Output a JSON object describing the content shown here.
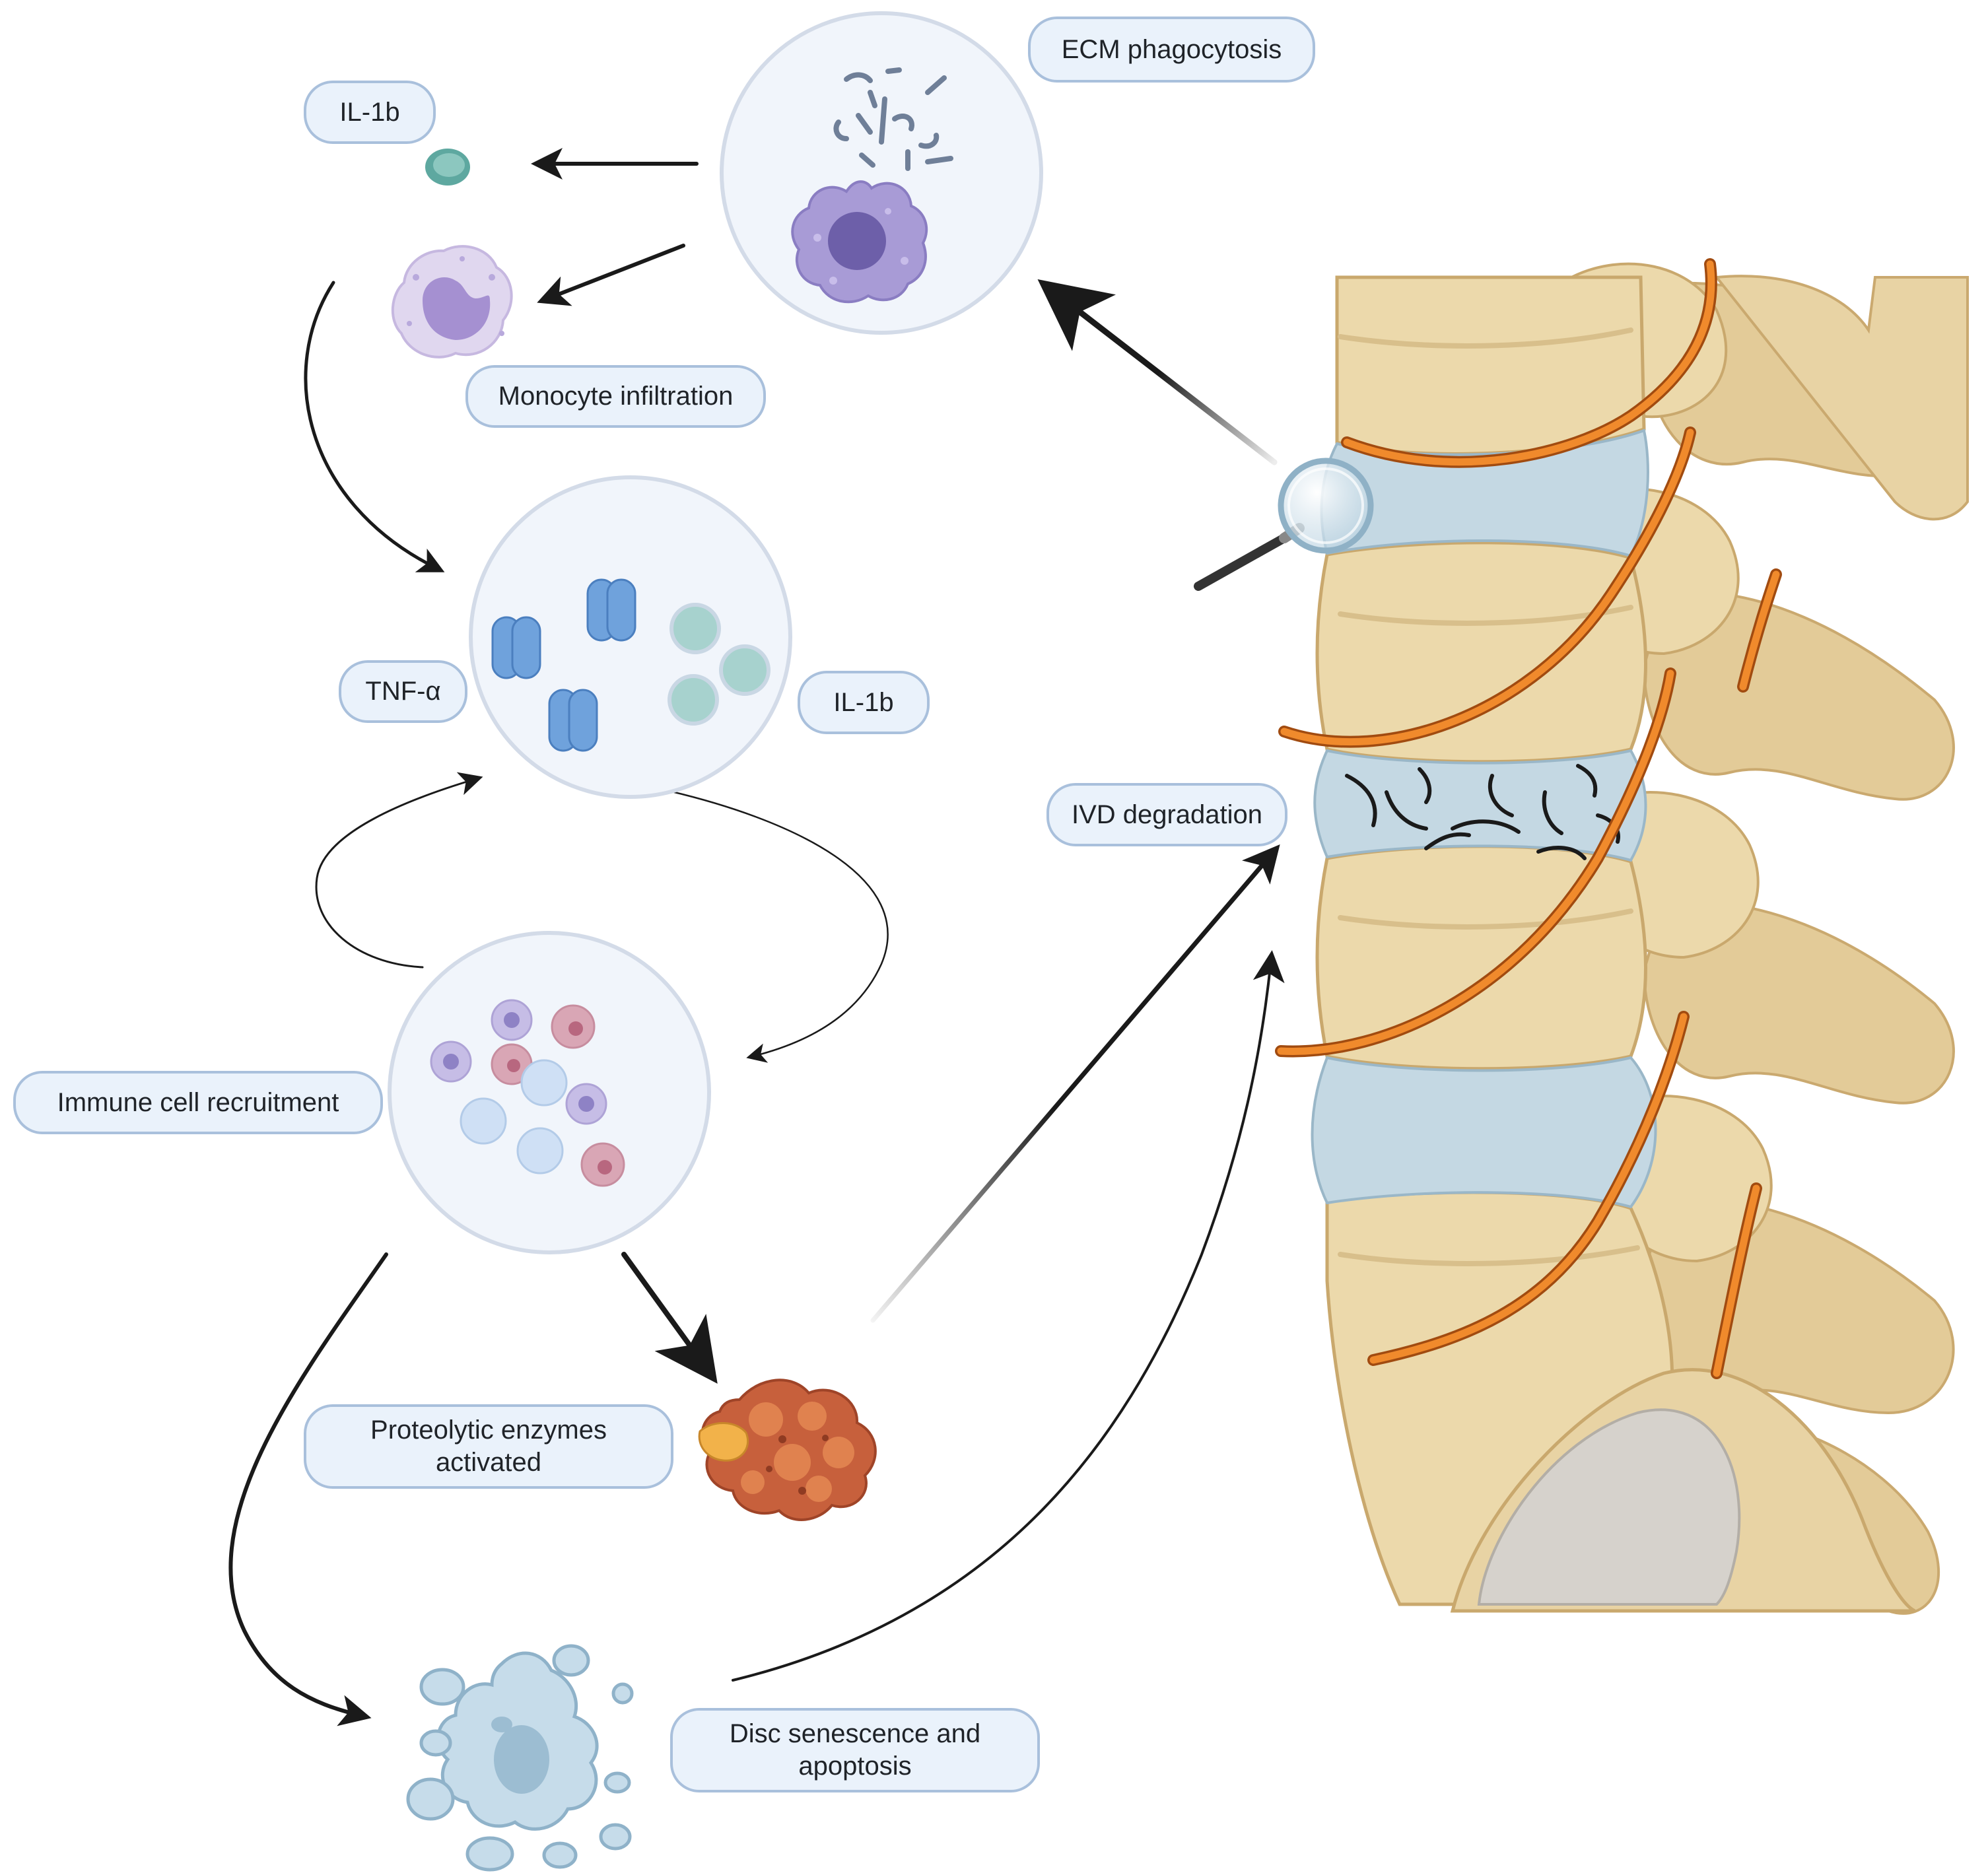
{
  "labels": {
    "ecm_phagocytosis": "ECM phagocytosis",
    "il1b_top": "IL-1b",
    "monocyte_infiltration": "Monocyte infiltration",
    "tnf_alpha": "TNF-α",
    "il1b_mid": "IL-1b",
    "ivd_degradation": "IVD degradation",
    "immune_cell_recruitment": "Immune cell recruitment",
    "proteolytic_line1": "Proteolytic enzymes",
    "proteolytic_line2": "activated",
    "disc_line1": "Disc senescence and",
    "disc_line2": "apoptosis"
  },
  "colors": {
    "label_fill": "#eaf2fb",
    "label_border": "#a9c0dc",
    "circle_fill": "#f1f5fb",
    "circle_border": "#d3dbe8",
    "bone": "#e9d6a8",
    "bone_shadow": "#d2b983",
    "disc": "#c4d8e3",
    "nerve": "#e07a24",
    "cytokine_tnf": "#6fa2dc",
    "cytokine_il1b": "#a7d2ce",
    "enzyme": "#c7603c",
    "arrow": "#1a1a1a"
  },
  "icons": [
    "macrophage-icon",
    "il1b-particle-icon",
    "monocyte-icon",
    "tnf-alpha-icon",
    "immune-cells-icon",
    "proteolytic-enzyme-icon",
    "apoptotic-cell-icon",
    "magnifier-icon",
    "spine-icon"
  ]
}
